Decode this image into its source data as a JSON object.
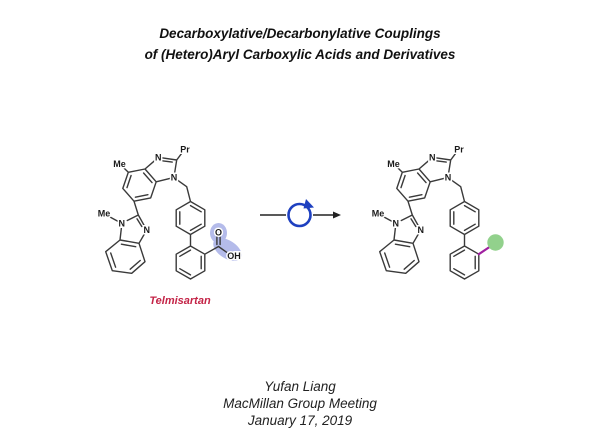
{
  "title": {
    "line1": "Decarboxylative/Decarbonylative Couplings",
    "line2": "of (Hetero)Aryl Carboxylic Acids and Derivatives"
  },
  "scheme": {
    "reactant_caption": "Telmisartan",
    "caption_color": "#c42447",
    "atom_labels": {
      "methyl": "Me",
      "propyl": "Pr",
      "nitrogen": "N",
      "oxygen": "O",
      "hydroxyl": "OH"
    },
    "highlight_color": "#b4bbea",
    "oxygen_color": "#cc2200",
    "bond_color": "#3a3a3a",
    "catalysis_cycle_color": "#1e40c0",
    "new_bond_color": "#a020a0",
    "coupling_partner_color": "#92d18c"
  },
  "footer": {
    "line1": "Yufan Liang",
    "line2": "MacMillan Group Meeting",
    "line3": "January 17, 2019"
  }
}
